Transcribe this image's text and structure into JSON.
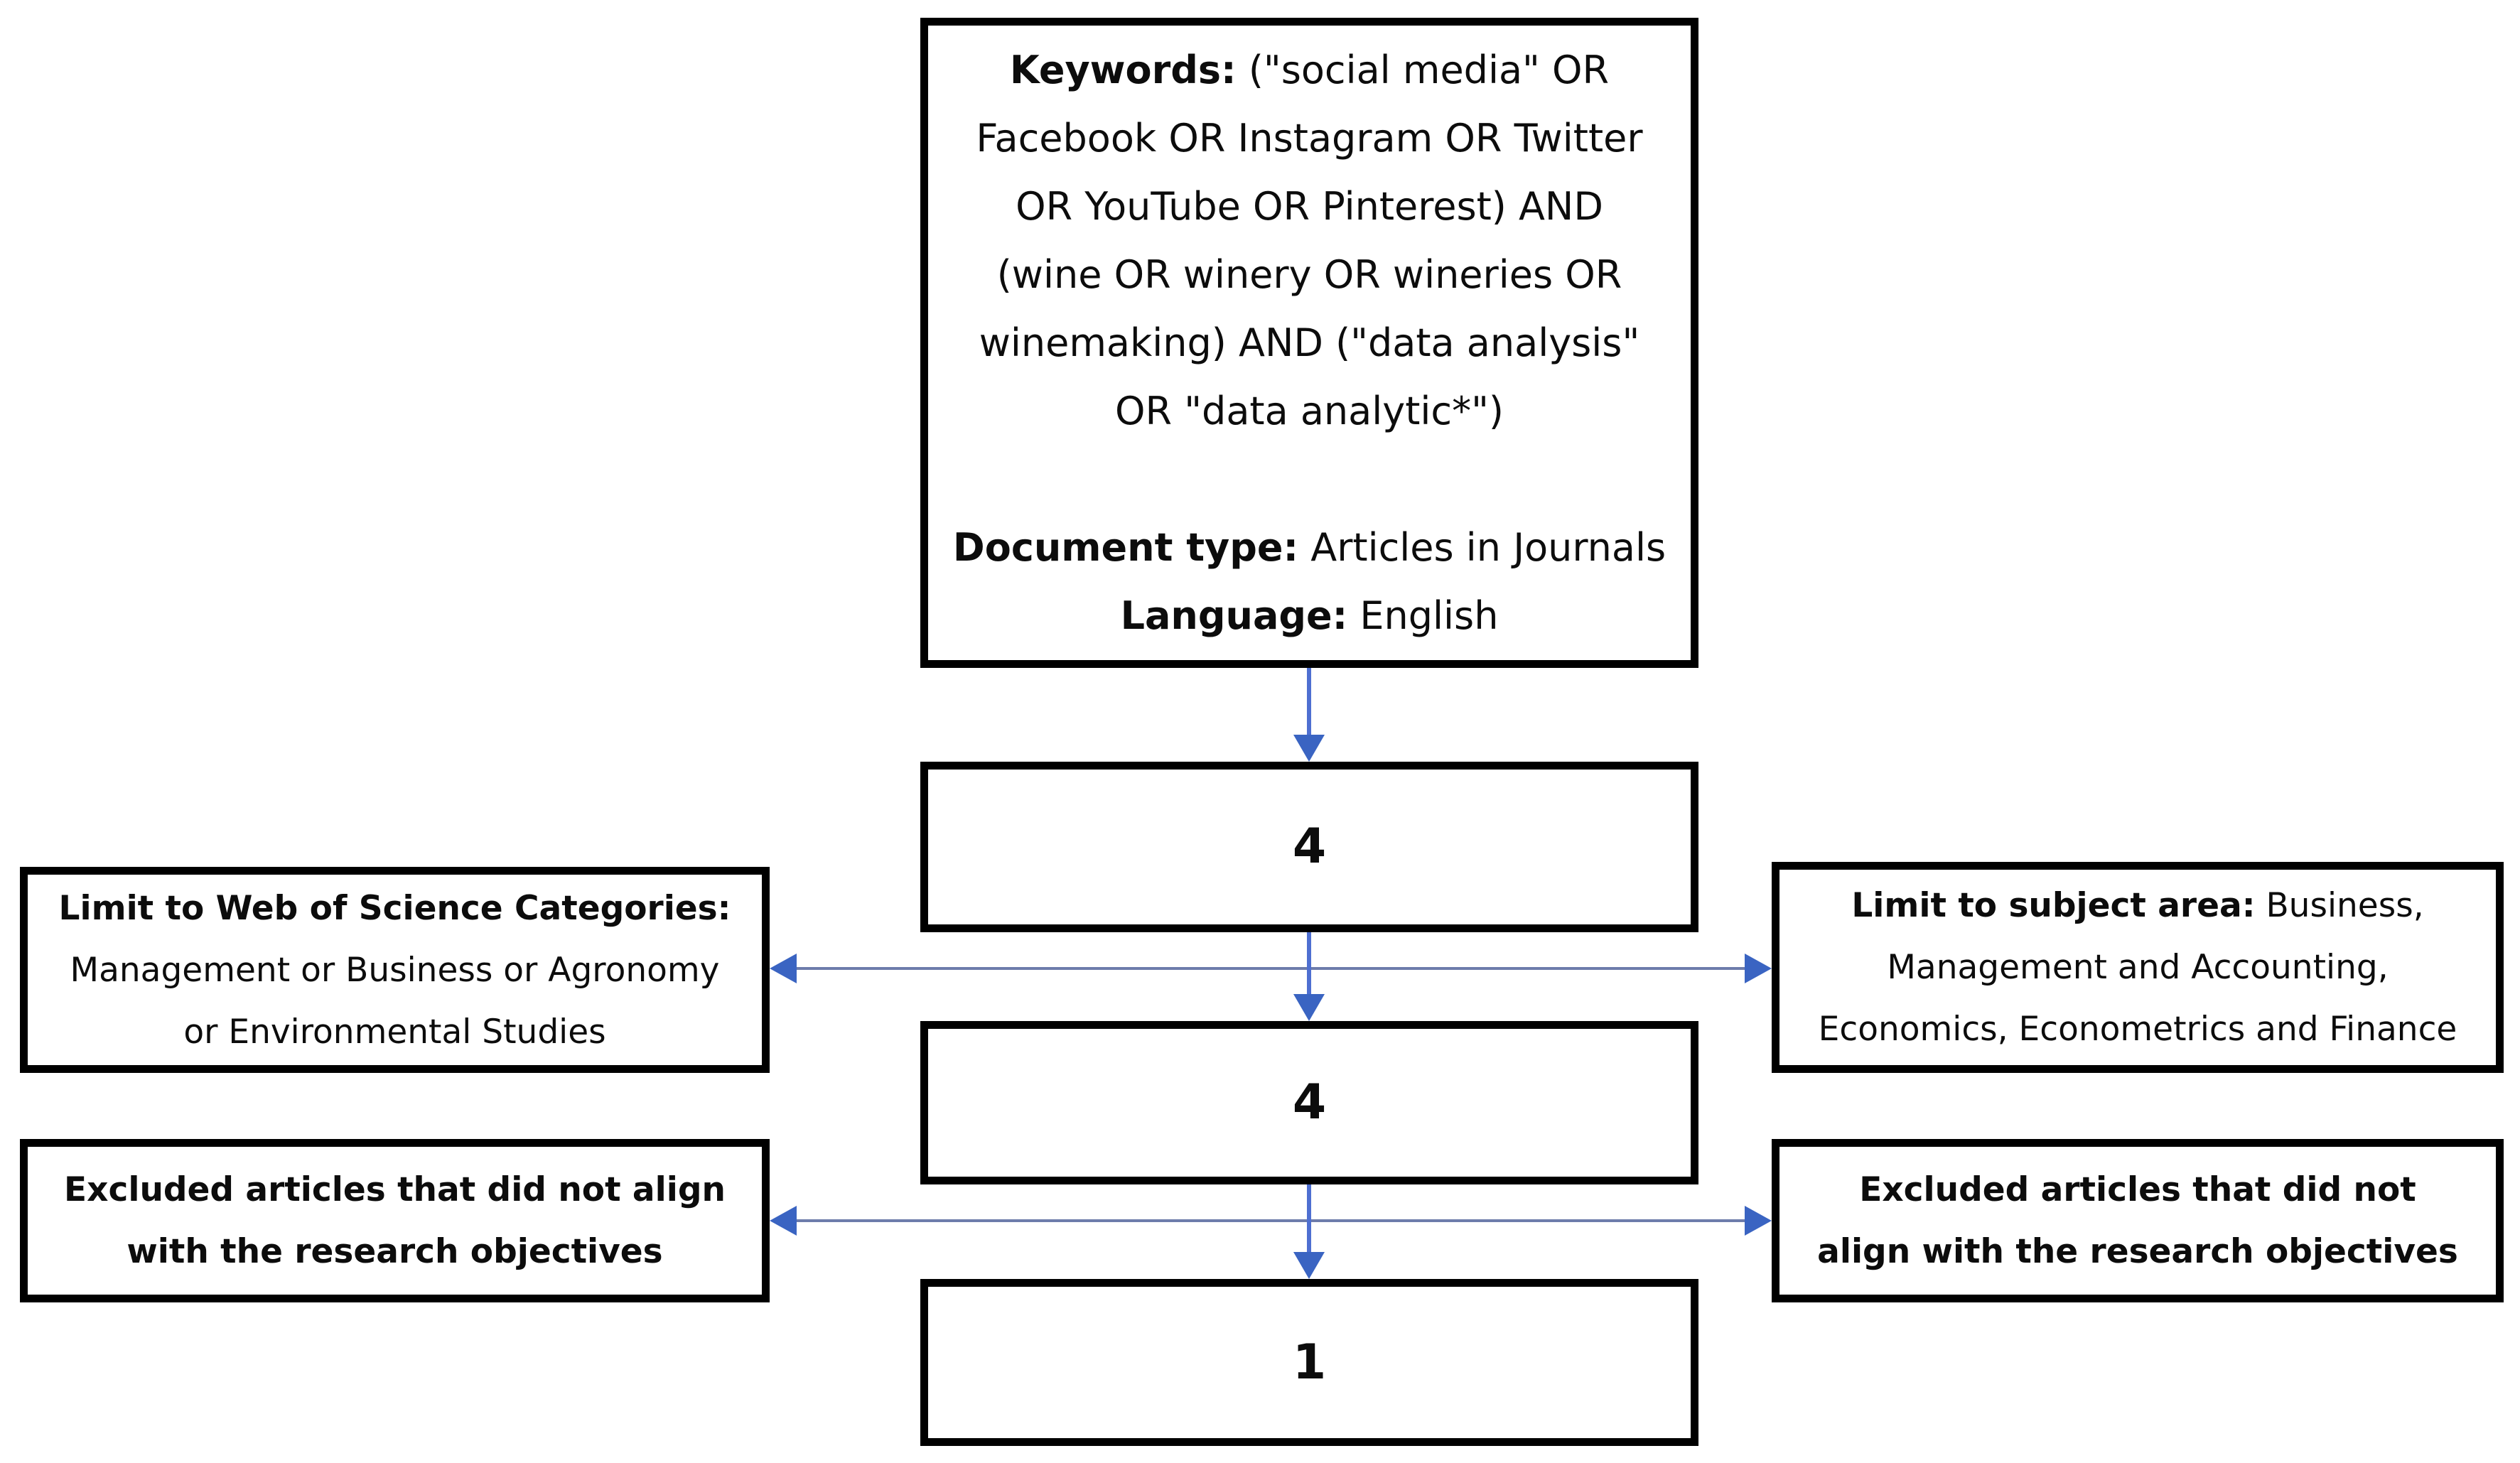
{
  "colors": {
    "box_border": "#000000",
    "arrow_vertical_line": "#4e6fd1",
    "arrow_horizontal_line": "#6d7cab",
    "arrow_head": "#3a64c2",
    "background": "#ffffff",
    "text": "#0c0c0c"
  },
  "keywords_box": {
    "lines": [
      {
        "bold": "Keywords:",
        "text": " (\"social media\" OR"
      },
      {
        "bold": "",
        "text": "Facebook OR Instagram OR Twitter"
      },
      {
        "bold": "",
        "text": "OR YouTube OR Pinterest) AND"
      },
      {
        "bold": "",
        "text": "(wine OR winery OR wineries OR"
      },
      {
        "bold": "",
        "text": "winemaking) AND (\"data analysis\""
      },
      {
        "bold": "",
        "text": "OR \"data analytic*\")"
      },
      {
        "bold": "Document type:",
        "text": " Articles in Journals"
      },
      {
        "bold": "Language:",
        "text": " English"
      }
    ]
  },
  "count_box_1": {
    "value": "4"
  },
  "count_box_2": {
    "value": "4"
  },
  "count_box_3": {
    "value": "1"
  },
  "wos_box": {
    "lines": [
      {
        "bold": "Limit to Web of Science Categories:",
        "text": ""
      },
      {
        "bold": "",
        "text": "Management or Business or Agronomy"
      },
      {
        "bold": "",
        "text": "or Environmental Studies"
      }
    ]
  },
  "subject_box": {
    "lines": [
      {
        "bold": "Limit to subject area:",
        "text": " Business,"
      },
      {
        "bold": "",
        "text": "Management and Accounting,"
      },
      {
        "bold": "",
        "text": "Economics, Econometrics and Finance"
      }
    ]
  },
  "excluded_left_box": {
    "lines": [
      {
        "bold": "Excluded articles that did not align",
        "text": ""
      },
      {
        "bold": "with the research objectives",
        "text": ""
      }
    ]
  },
  "excluded_right_box": {
    "lines": [
      {
        "bold": "Excluded articles that did not",
        "text": ""
      },
      {
        "bold": "align with the research objectives",
        "text": ""
      }
    ]
  }
}
